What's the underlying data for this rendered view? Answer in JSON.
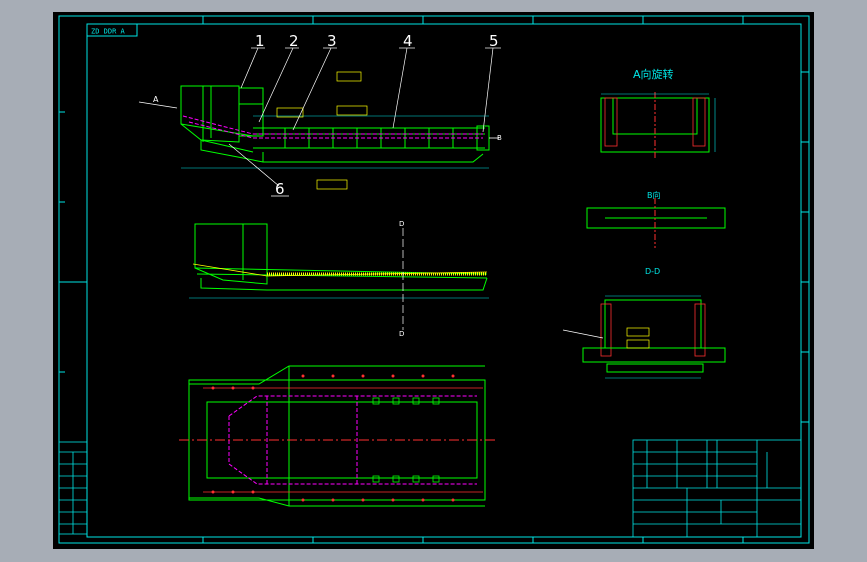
{
  "drawing": {
    "code": "ZD DDR A",
    "balloons": [
      "1",
      "2",
      "3",
      "4",
      "5",
      "6"
    ],
    "view_a_title": "A向旋转",
    "view_b_label": "B向",
    "section_label": "D-D",
    "section_mark": "D",
    "arrow_a": "A",
    "arrow_b": "B"
  },
  "colors": {
    "paper": "#000000",
    "frame": "#00e5e5",
    "steel": "#00ff00",
    "hidden": "#ff00ff",
    "center": "#ff3030",
    "note": "#ffff00",
    "white": "#ffffff"
  }
}
